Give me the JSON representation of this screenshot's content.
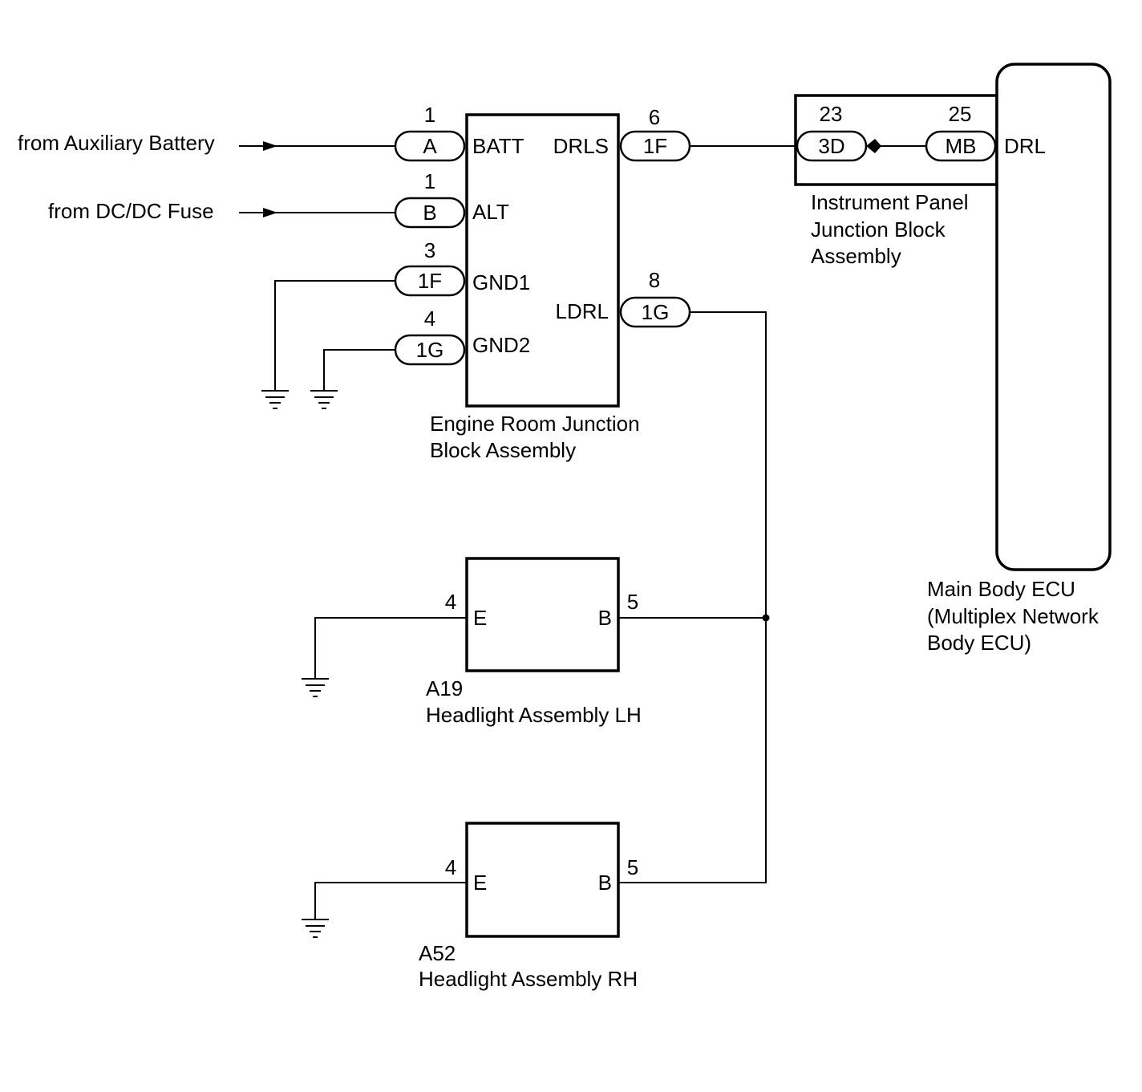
{
  "sources": {
    "aux_battery": "from Auxiliary Battery",
    "dcdc_fuse": "from DC/DC Fuse"
  },
  "engine_room_jb": {
    "label_line1": "Engine Room Junction",
    "label_line2": "Block Assembly",
    "terminals": {
      "batt": "BATT",
      "alt": "ALT",
      "gnd1": "GND1",
      "gnd2": "GND2",
      "drls": "DRLS",
      "ldrl": "LDRL"
    },
    "connectors": {
      "batt": {
        "code": "A",
        "pin": "1"
      },
      "alt": {
        "code": "B",
        "pin": "1"
      },
      "gnd1": {
        "code": "1F",
        "pin": "3"
      },
      "gnd2": {
        "code": "1G",
        "pin": "4"
      },
      "drls": {
        "code": "1F",
        "pin": "6"
      },
      "ldrl": {
        "code": "1G",
        "pin": "8"
      }
    }
  },
  "instrument_panel_jb": {
    "label_line1": "Instrument Panel",
    "label_line2": "Junction Block",
    "label_line3": "Assembly",
    "connectors": {
      "left": {
        "code": "3D",
        "pin": "23"
      },
      "right": {
        "code": "MB",
        "pin": "25"
      }
    }
  },
  "main_body_ecu": {
    "label_line1": "Main Body ECU",
    "label_line2": "(Multiplex Network",
    "label_line3": "Body ECU)",
    "terminal": "DRL"
  },
  "headlight_lh": {
    "code": "A19",
    "name": "Headlight Assembly LH",
    "terminal_e": "E",
    "terminal_b": "B",
    "pin_e": "4",
    "pin_b": "5"
  },
  "headlight_rh": {
    "code": "A52",
    "name": "Headlight Assembly RH",
    "terminal_e": "E",
    "terminal_b": "B",
    "pin_e": "4",
    "pin_b": "5"
  }
}
